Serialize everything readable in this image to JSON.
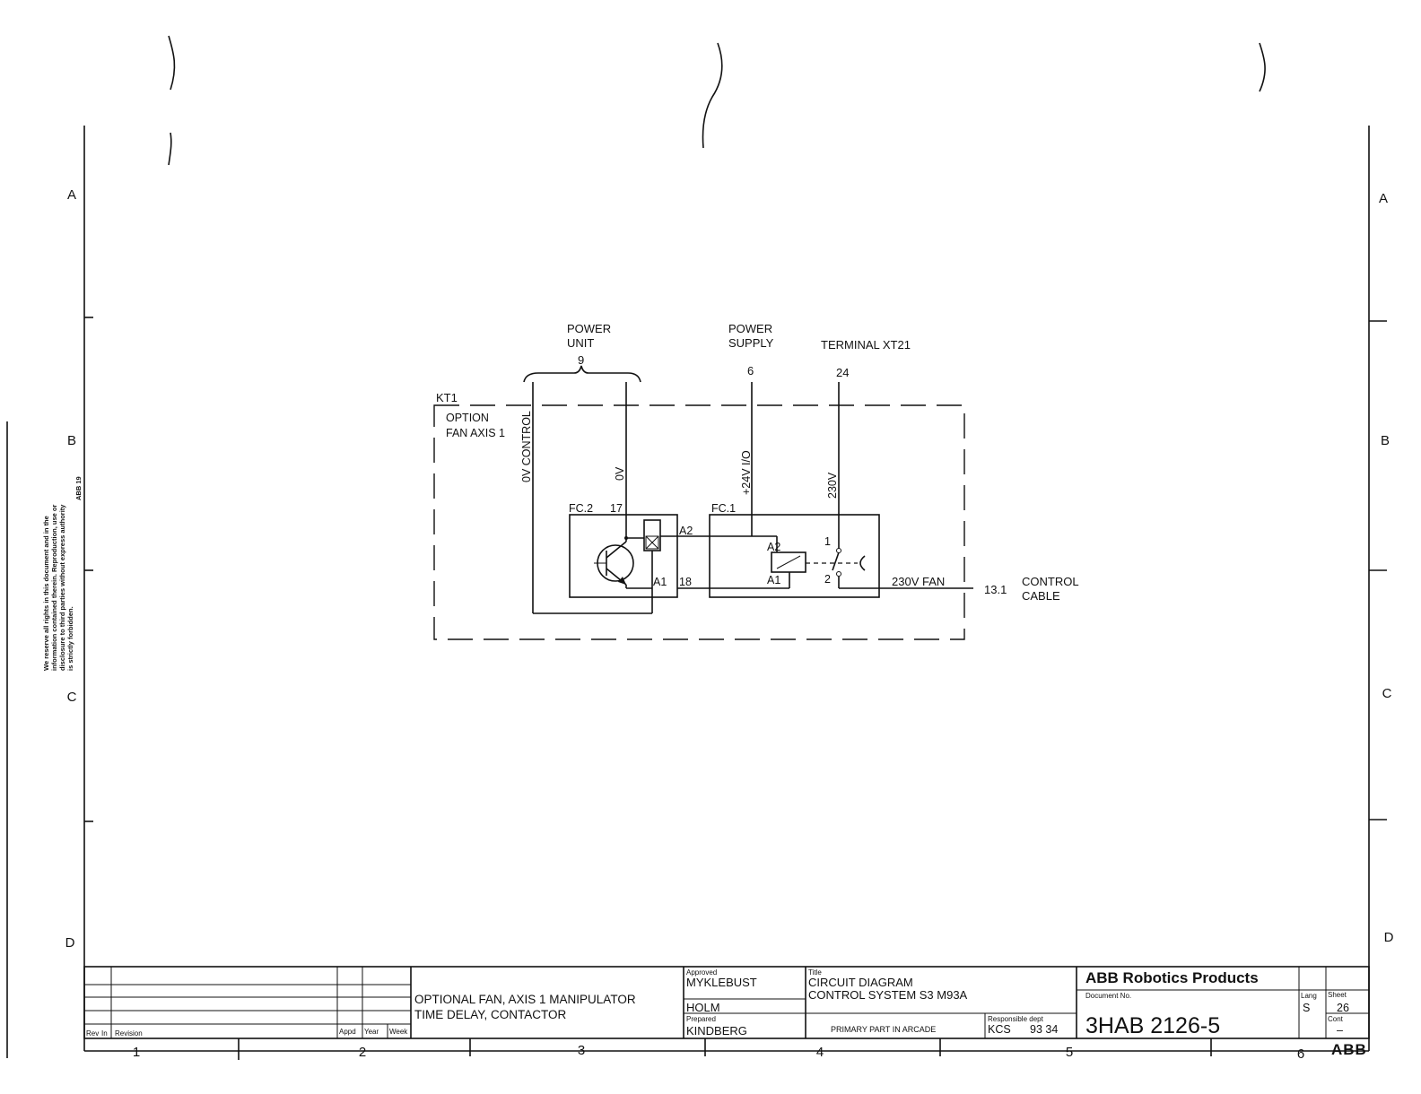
{
  "grid": {
    "rows": [
      "A",
      "B",
      "C",
      "D"
    ],
    "columns": [
      "1",
      "2",
      "3",
      "4",
      "5",
      "6"
    ]
  },
  "copyright_notice": [
    "We reserve all rights in this document and in the",
    "information contained therein. Reproduction, use or",
    "disclosure to third parties without express authority",
    "is strictly forbidden.",
    "ABB 19"
  ],
  "circuit": {
    "power_unit": {
      "label_line1": "POWER",
      "label_line2": "UNIT",
      "terminal": "9"
    },
    "power_supply": {
      "label_line1": "POWER",
      "label_line2": "SUPPLY",
      "terminal": "6"
    },
    "terminal": {
      "label": "TERMINAL  XT21",
      "number": "24"
    },
    "kt1": {
      "label": "KT1",
      "option_line1": "OPTION",
      "option_line2": "FAN  AXIS  1"
    },
    "wire_labels": {
      "ov_control": "0V  CONTROL",
      "ov": "0V",
      "plus24v": "+24V  I/O",
      "v230": "230V"
    },
    "fc2": {
      "label": "FC.2",
      "pin17": "17",
      "pin18": "18",
      "a2": "A2",
      "a1": "A1"
    },
    "fc1": {
      "label": "FC.1",
      "a2": "A2",
      "a1": "A1",
      "pin1": "1",
      "pin2": "2"
    },
    "fan_output": "230V  FAN",
    "fan_ref": "13.1",
    "control_cable_line1": "CONTROL",
    "control_cable_line2": "CABLE"
  },
  "title_block": {
    "revision_header": {
      "rev": "Rev",
      "ind": "In",
      "revision": "Revision",
      "appd": "Appd",
      "year": "Year",
      "week": "Week"
    },
    "description_line1": "OPTIONAL  FAN,  AXIS  1  MANIPULATOR",
    "description_line2": "TIME  DELAY,  CONTACTOR",
    "approved_label": "Approved",
    "approved_by": "MYKLEBUST",
    "checked_by": "HOLM",
    "prepared_label": "Prepared",
    "prepared_by": "KINDBERG",
    "title_label": "Title",
    "title_line1": "CIRCUIT  DIAGRAM",
    "title_line2": "CONTROL  SYSTEM  S3  M93A",
    "primary_part": "PRIMARY  PART  IN  ARCADE",
    "responsible_label": "Responsible dept",
    "responsible_dept": "KCS",
    "responsible_week": "93  34",
    "company": "ABB Robotics Products",
    "document_no_label": "Document No.",
    "document_no": "3HAB  2126-5",
    "lang_label": "Lang",
    "lang": "S",
    "sheet_label": "Sheet",
    "sheet": "26",
    "cont_label": "Cont",
    "cont": "–",
    "logo_text": "ABB"
  }
}
